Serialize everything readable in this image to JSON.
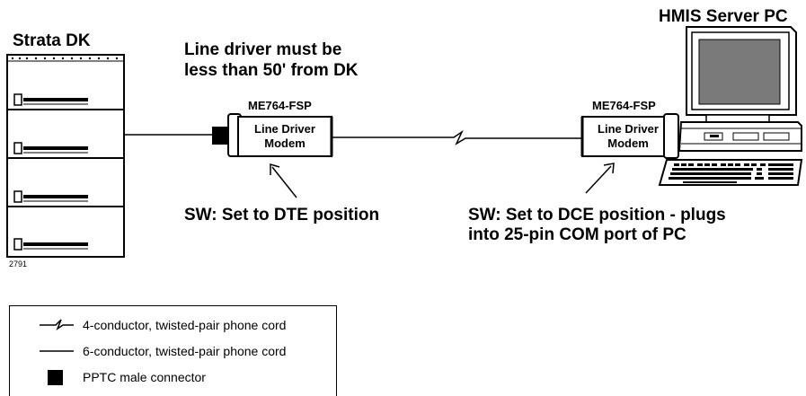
{
  "title_left": "Strata DK",
  "title_right": "HMIS Server PC",
  "note": {
    "line1": "Line driver must be",
    "line2": "less than 50' from DK"
  },
  "modem_left": {
    "model": "ME764-FSP",
    "line1": "Line Driver",
    "line2": "Modem"
  },
  "modem_right": {
    "model": "ME764-FSP",
    "line1": "Line Driver",
    "line2": "Modem"
  },
  "sw_left": "SW: Set to DTE position",
  "sw_right": {
    "line1": "SW: Set to DCE position - plugs",
    "line2": "into 25-pin COM port of PC"
  },
  "figure_code": "2791",
  "legend": {
    "items": [
      {
        "symbol": "twisted-line",
        "label": "4-conductor, twisted-pair phone cord"
      },
      {
        "symbol": "straight-line",
        "label": "6-conductor, twisted-pair phone cord"
      },
      {
        "symbol": "filled-square",
        "label": "PPTC male connector"
      }
    ]
  }
}
